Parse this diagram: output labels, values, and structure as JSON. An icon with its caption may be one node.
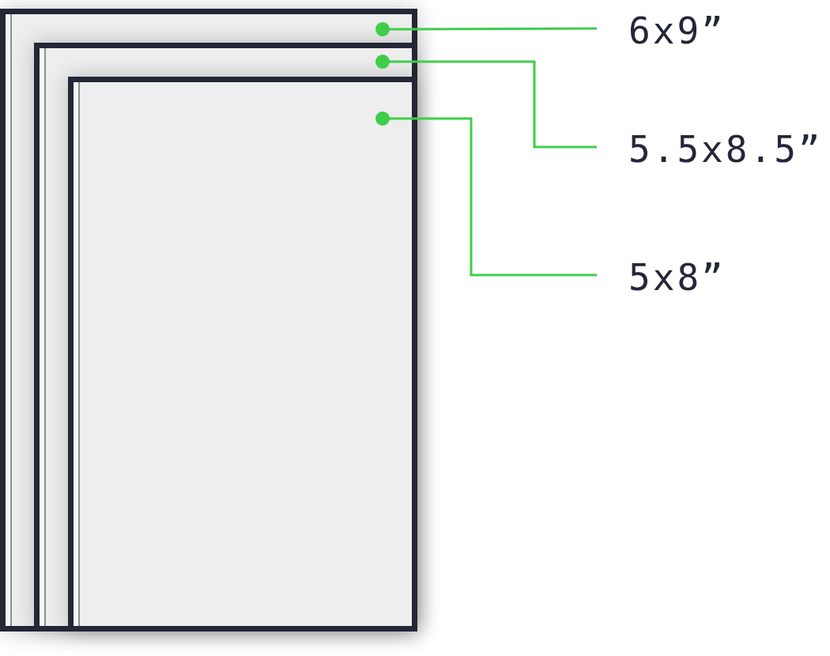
{
  "diagram": {
    "nodes": [
      {
        "text": [],
        "shape": "box"
      },
      {
        "text": [],
        "shape": "box",
        "in": 0
      },
      {
        "text": [],
        "shape": "box",
        "in": 1
      },
      {
        "text": [
          "6x9”"
        ]
      },
      {
        "text": [
          "5.5x8.5”"
        ]
      },
      {
        "text": [
          "5x8”"
        ]
      }
    ],
    "edges": [
      {
        "from": 3,
        "to": 0,
        "arrow": "other"
      },
      {
        "from": 4,
        "to": 1,
        "arrow": "other"
      },
      {
        "from": 5,
        "to": 2,
        "arrow": "other"
      }
    ]
  }
}
